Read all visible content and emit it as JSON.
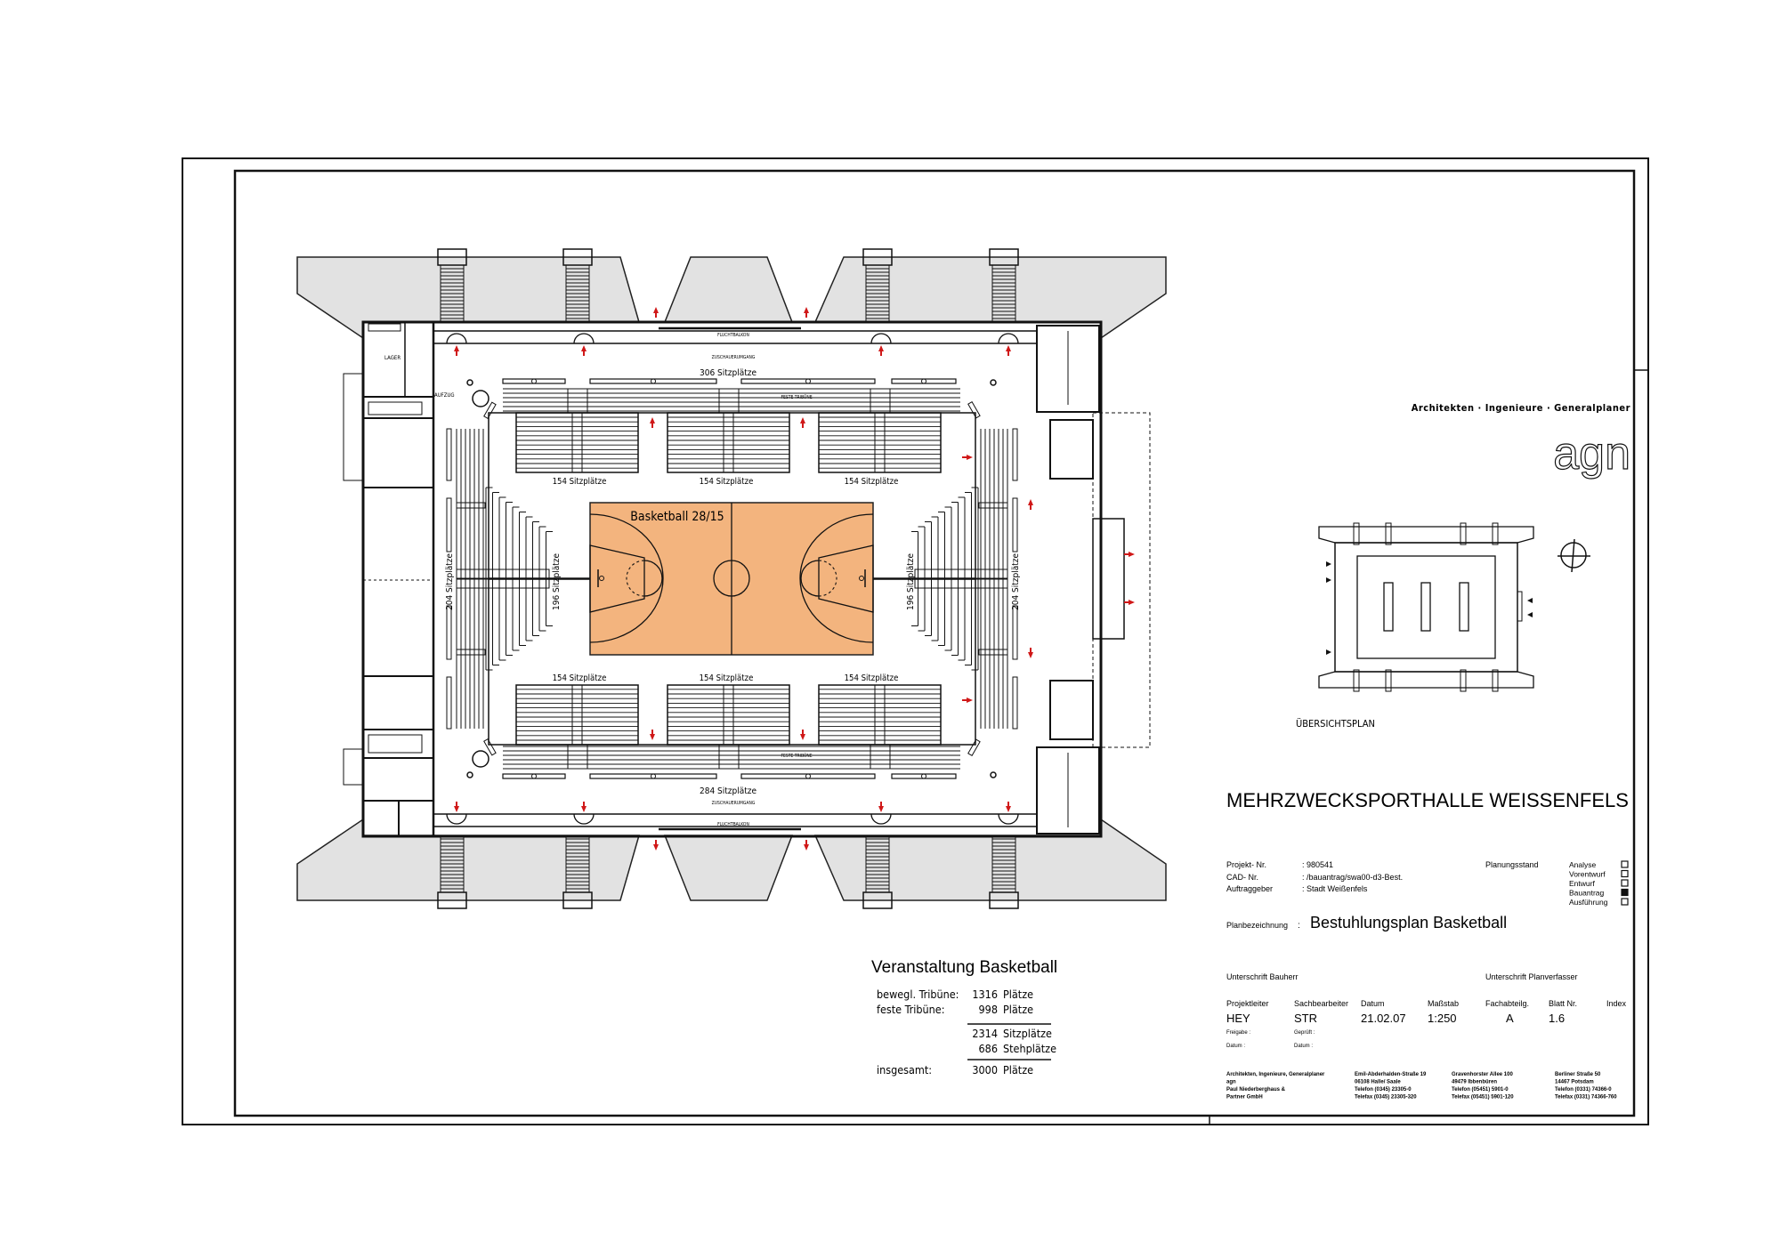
{
  "firm": {
    "tagline": "Architekten  ·  Ingenieure  ·  Generalplaner",
    "logo": "agn"
  },
  "overview": {
    "label": "ÜBERSICHTSPLAN"
  },
  "project_title": "MEHRZWECKSPORTHALLE WEISSENFELS",
  "info": {
    "rows": [
      {
        "label": "Projekt- Nr.",
        "value": ": 980541"
      },
      {
        "label": "CAD- Nr.",
        "value": ": /bauantrag/swa00-d3-Best."
      },
      {
        "label": "Auftraggeber",
        "value": ": Stadt Weißenfels"
      }
    ],
    "planungsstand_label": "Planungsstand",
    "status": [
      {
        "label": "Analyse",
        "checked": false
      },
      {
        "label": "Vorentwurf",
        "checked": false
      },
      {
        "label": "Entwurf",
        "checked": false
      },
      {
        "label": "Bauantrag",
        "checked": true
      },
      {
        "label": "Ausführung",
        "checked": false
      }
    ],
    "planbezeichnung_label": "Planbezeichnung",
    "planbezeichnung_colon": ":",
    "planbezeichnung": "Bestuhlungsplan  Basketball",
    "sig_bauherr": "Unterschrift Bauherr",
    "sig_planverfasser": "Unterschrift Planverfasser",
    "headers": [
      "Projektleiter",
      "Sachbearbeiter",
      "Datum",
      "Maßstab",
      "Fachabteilg.",
      "Blatt Nr.",
      "Index"
    ],
    "values": [
      "HEY",
      "STR",
      "21.02.07",
      "1:250",
      "A",
      "1.6",
      ""
    ],
    "freigabe": "Freigabe :",
    "geprueft": "Geprüft :",
    "datum1": "Datum   :",
    "datum2": "Datum  :"
  },
  "addresses": [
    [
      "Architekten, Ingenieure, Generalplaner",
      "agn",
      "Paul Niederberghaus &",
      "Partner  GmbH"
    ],
    [
      "Emil-Abderhalden-Straße 19",
      "06108 Halle/ Saale",
      "Telefon (0345) 23305-0",
      "Telefax (0345) 23305-320"
    ],
    [
      "Gravenhorster Allee 100",
      "49479 Ibbenbüren",
      "Telefon (05451) 5901-0",
      "Telefax (05451) 5901-120"
    ],
    [
      "Berliner Straße 50",
      "14467  Potsdam",
      "Telefon (0331) 74366-0",
      "Telefax (0331) 74366-760"
    ]
  ],
  "event": {
    "title": "Veranstaltung  Basketball",
    "rows": [
      {
        "label": "bewegl. Tribüne:",
        "value": "1316",
        "unit": "Plätze"
      },
      {
        "label": "feste  Tribüne:",
        "value": "998",
        "unit": "Plätze"
      }
    ],
    "sitz": {
      "value": "2314",
      "unit": "Sitzplätze"
    },
    "steh": {
      "value": "686",
      "unit": "Stehplätze"
    },
    "total": {
      "label": "insgesamt:",
      "value": "3000",
      "unit": "Plätze"
    }
  },
  "plan": {
    "court_label": "Basketball 28/15",
    "top_fixed": "306 Sitzplätze",
    "bottom_fixed": "284 Sitzplätze",
    "block": "154 Sitzplätze",
    "side_inner": "196 Sitzplätze",
    "side_outer": "204 Sitzplätze",
    "fluchtbalkon": "FLUCHTBALKON",
    "umgang": "ZUSCHAUERUMGANG",
    "feste_tribuene": "FESTE TRIBÜNE",
    "lager": "LAGER",
    "aufzug": "AUFZUG",
    "court_color": "#f3b47e",
    "arrow_color": "#d01818"
  }
}
